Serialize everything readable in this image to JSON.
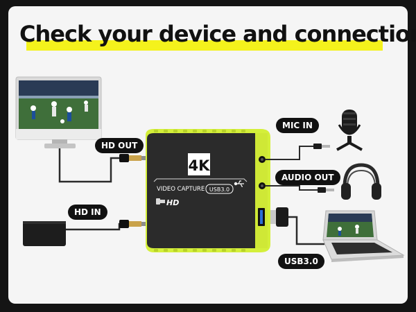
{
  "headline": "Check your device and connection",
  "labels": {
    "hd_out": "HD OUT",
    "hd_in": "HD IN",
    "mic_in": "MIC IN",
    "audio_out": "AUDIO OUT",
    "usb": "USB3.0"
  },
  "device": {
    "badge": "4K",
    "model_label": "VIDEO CAPTURE",
    "usb_badge": "USB3.0",
    "hd_logo": "HD"
  },
  "colors": {
    "background": "#141414",
    "card": "#f5f5f5",
    "highlight": "#f4f21c",
    "accent": "#d4ef3a",
    "device_body": "#2b2b2b",
    "cable": "#222222",
    "connector_gold": "#c9a24a"
  },
  "icons": [
    "monitor-icon",
    "game-console-icon",
    "microphone-icon",
    "headphones-icon",
    "laptop-icon",
    "usb-icon"
  ]
}
